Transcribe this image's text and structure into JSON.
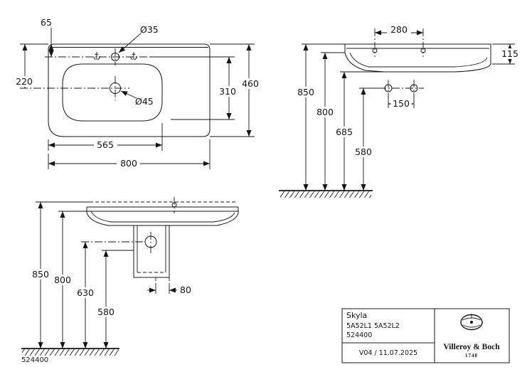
{
  "plan_view": {
    "dim_rear_to_taphole": "65",
    "dim_taphole_diameter": "Ø35",
    "dim_rear_to_drain": "220",
    "dim_taphole_to_bowl_front": "310",
    "dim_overall_depth": "460",
    "dim_drain_diameter": "Ø45",
    "dim_bowl_width": "565",
    "dim_overall_width": "800"
  },
  "elevation_view": {
    "dim_taphole_spacing": "280",
    "dim_front_height": "115",
    "dim_fixing_spacing": "150",
    "dim_rim_height": "850",
    "dim_front_edge_height": "800",
    "dim_underside_height": "685",
    "dim_fixing_height": "580"
  },
  "front_view": {
    "dim_rim_height": "850",
    "dim_front_edge_height": "800",
    "dim_outlet_height": "630",
    "dim_trap_height": "580",
    "dim_outlet_width": "80",
    "article_number": "524400"
  },
  "title_block": {
    "product_name": "Skyla",
    "model_numbers": "5A52L1 5A52L2",
    "article_number": "524400",
    "version_date": "V04 / 11.07.2025",
    "brand_name": "Villeroy & Boch",
    "brand_year": "1748"
  }
}
